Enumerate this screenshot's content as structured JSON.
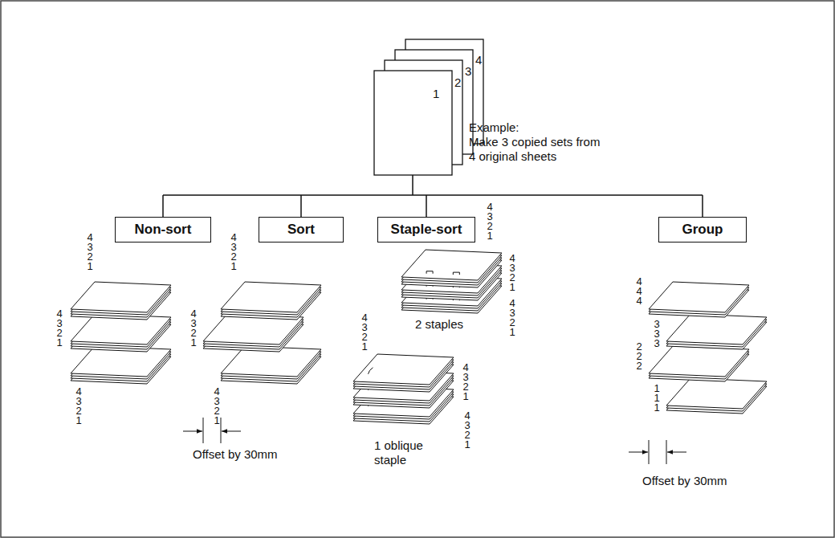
{
  "diagram": {
    "nodes": [
      {
        "text": [
          "Non-sort"
        ]
      },
      {
        "text": [
          "Sort"
        ]
      },
      {
        "text": [
          "Staple-sort"
        ]
      },
      {
        "text": [
          "Group"
        ]
      }
    ],
    "labels": [
      "1",
      "2",
      "3",
      "4",
      "Example:",
      "Make 3 copied sets from 4 original sheets",
      "4 3 2 1",
      "4 3 2 1",
      "4 3 2 1",
      "4 3 2 1",
      "4 3 2 1",
      "4 3 2 1",
      "Offset by 30mm",
      "4 3 2 1",
      "4 3 2 1",
      "4 3 2 1",
      "2 staples",
      "4 3 2 1",
      "4 3 2 1",
      "4 3 2 1",
      "1 oblique staple",
      "4 4 4",
      "3 3 3",
      "2 2 2",
      "1 1 1",
      "Offset by 30mm"
    ]
  }
}
